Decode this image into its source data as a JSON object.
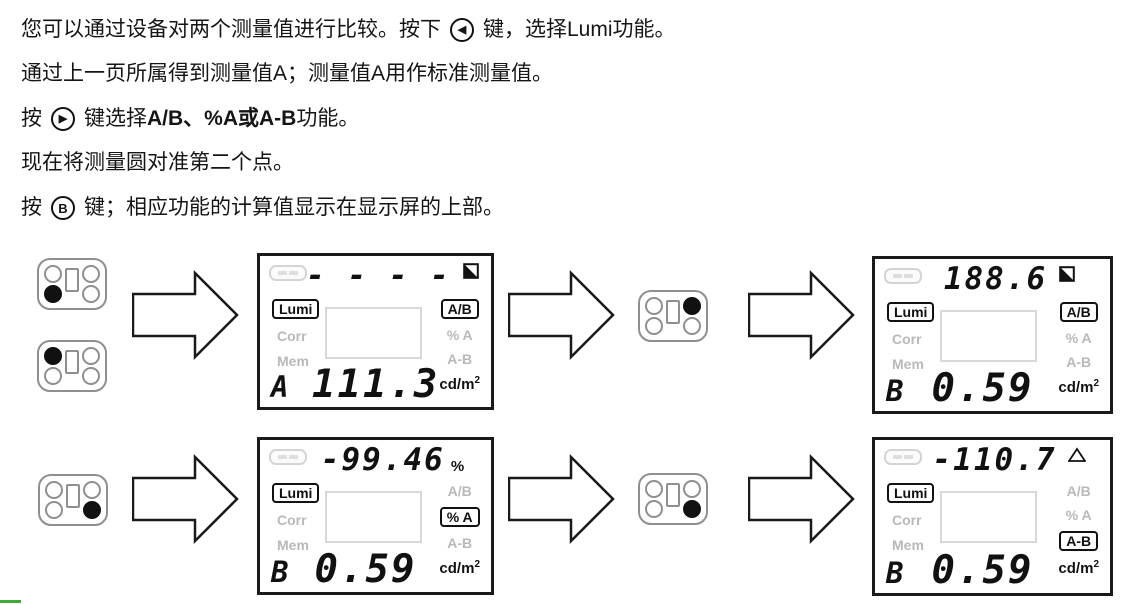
{
  "instructions": {
    "line1_pre": "您可以通过设备对两个测量值进行比较。按下",
    "line1_key": "◀",
    "line1_post": "键，选择Lumi功能。",
    "line2": "通过上一页所属得到测量值A；测量值A用作标准测量值。",
    "line3_pre": "按",
    "line3_key": "▶",
    "line3_mid": "键选择",
    "line3_bold": "A/B、%A或A-B",
    "line3_post": "功能。",
    "line4": "现在将测量圆对准第二个点。",
    "line5_pre": "按",
    "line5_key": "B",
    "line5_post": "键；相应功能的计算值显示在显示屏的上部。"
  },
  "lcds": [
    {
      "top_value": "- - - -",
      "top_suffix": "",
      "top_icon": "half-filled-square",
      "mode": "Lumi",
      "corr": "Corr",
      "mem": "Mem",
      "fn_ab": "A/B",
      "fn_pa": "% A",
      "fn_amb": "A-B",
      "active": "ab",
      "unit": "cd/m",
      "unit_sup": "2",
      "channel": "A",
      "value": "111.3"
    },
    {
      "top_value": "188.6",
      "top_suffix": "",
      "top_icon": "half-filled-square",
      "mode": "Lumi",
      "corr": "Corr",
      "mem": "Mem",
      "fn_ab": "A/B",
      "fn_pa": "% A",
      "fn_amb": "A-B",
      "active": "ab",
      "unit": "cd/m",
      "unit_sup": "2",
      "channel": "B",
      "value": "0.59"
    },
    {
      "top_value": "-99.46",
      "top_suffix": "%",
      "top_icon": "none",
      "mode": "Lumi",
      "corr": "Corr",
      "mem": "Mem",
      "fn_ab": "A/B",
      "fn_pa": "% A",
      "fn_amb": "A-B",
      "active": "pa",
      "unit": "cd/m",
      "unit_sup": "2",
      "channel": "B",
      "value": "0.59"
    },
    {
      "top_value": "-110.7",
      "top_suffix": "",
      "top_icon": "triangle",
      "mode": "Lumi",
      "corr": "Corr",
      "mem": "Mem",
      "fn_ab": "A/B",
      "fn_pa": "% A",
      "fn_amb": "A-B",
      "active": "amb",
      "unit": "cd/m",
      "unit_sup": "2",
      "channel": "B",
      "value": "0.59"
    }
  ],
  "pads": [
    {
      "filled": "bottom-left"
    },
    {
      "filled": "top-left"
    },
    {
      "filled": "top-right"
    },
    {
      "filled": "bottom-right"
    },
    {
      "filled": "bottom-right"
    }
  ],
  "colors": {
    "inactive_label": "#b9b9b9",
    "lcd_border": "#1a1a1a",
    "pad_outline": "#8f8f8f",
    "green_marker": "#3faa35"
  }
}
